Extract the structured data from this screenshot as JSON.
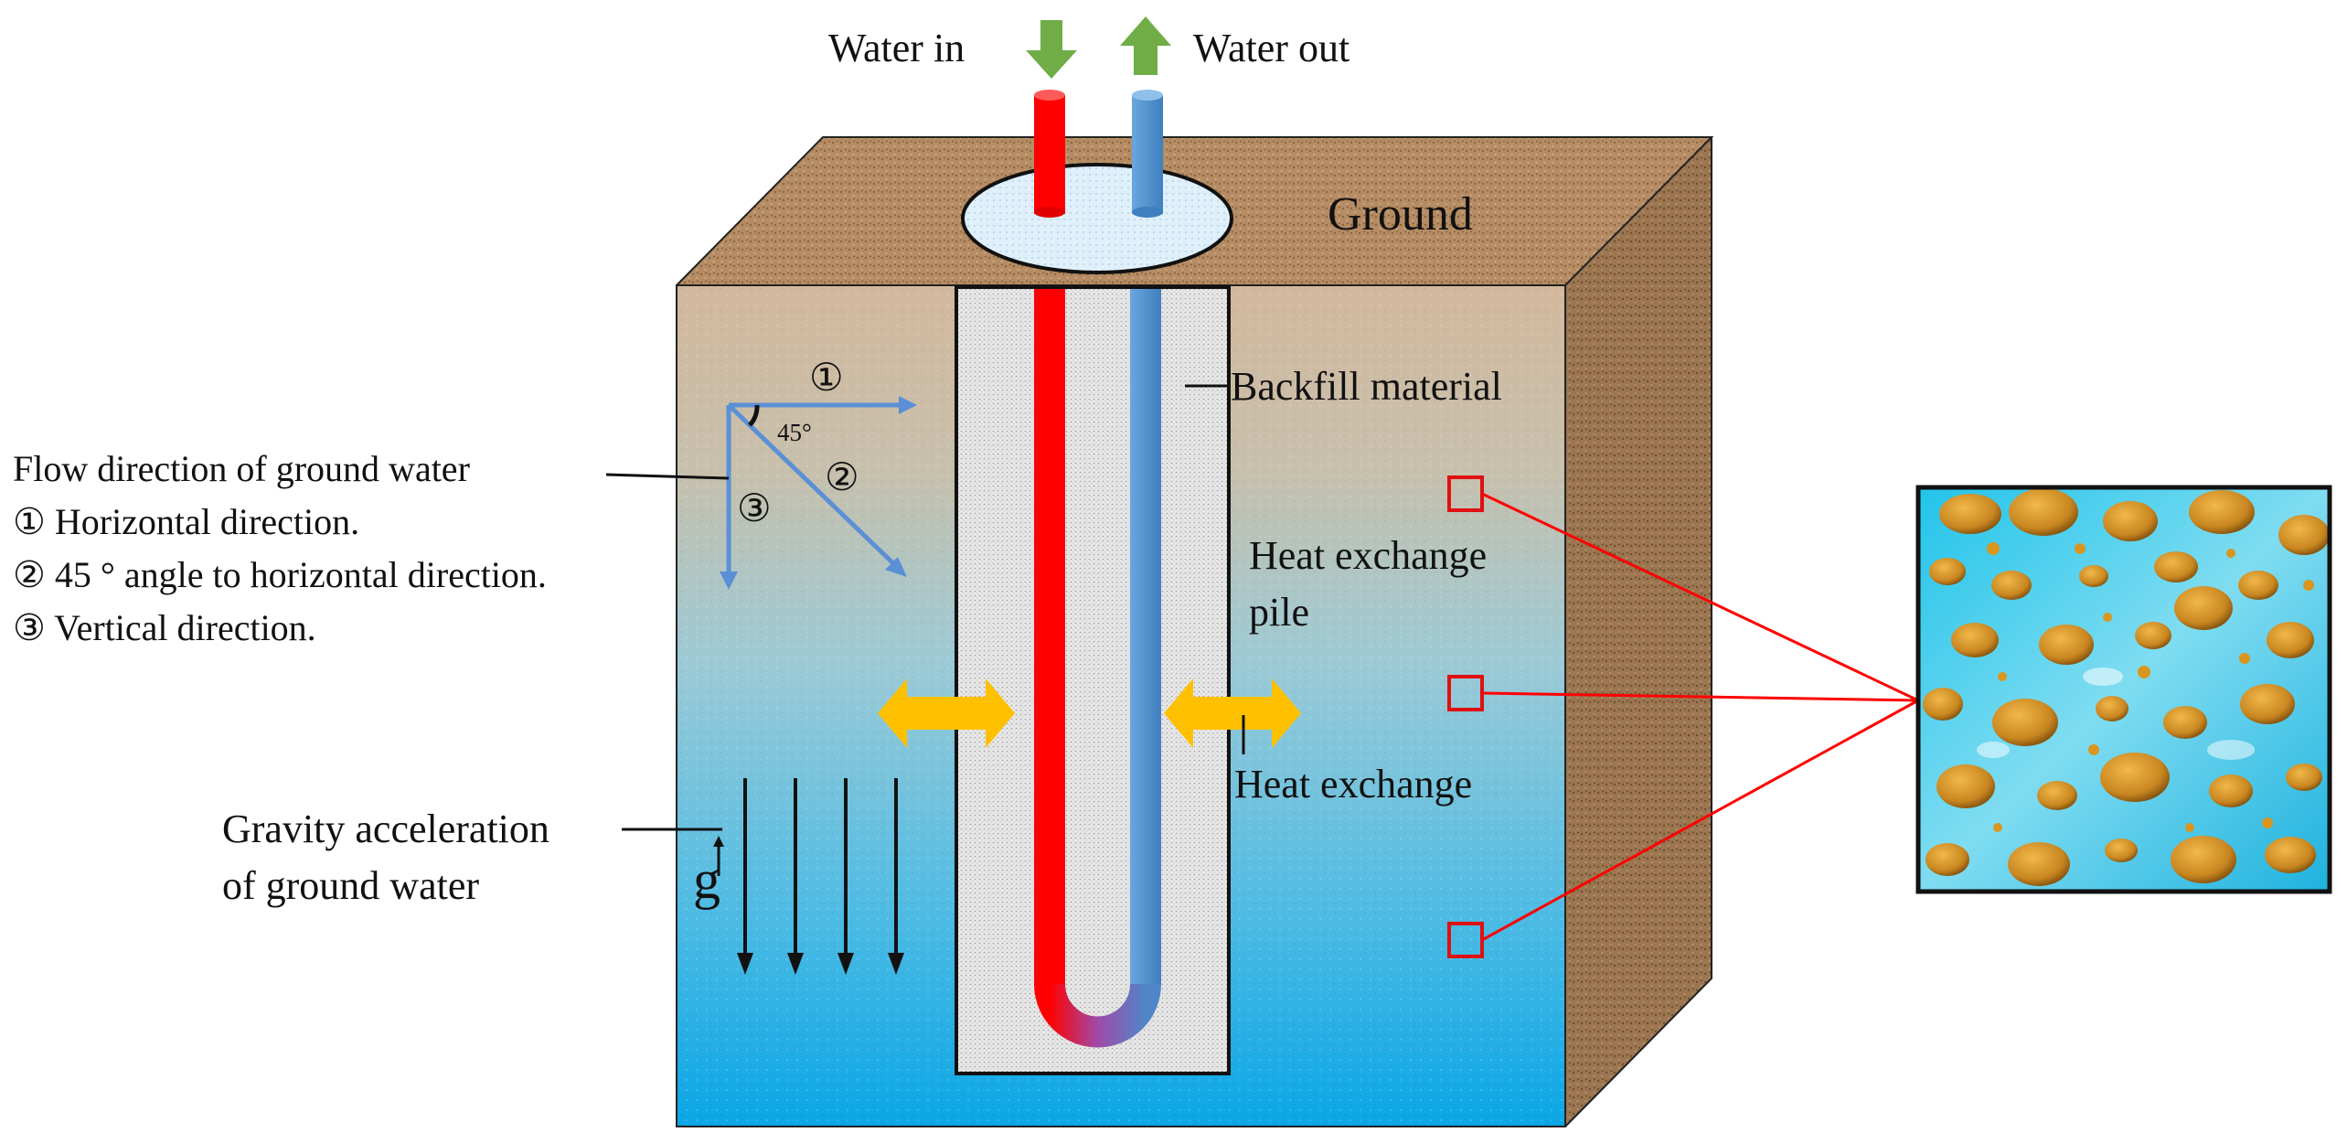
{
  "labels": {
    "water_in": "Water in",
    "water_out": "Water out",
    "ground": "Ground",
    "backfill": "Backfill material",
    "pile_line1": "Heat exchange",
    "pile_line2": "pile",
    "heat_exchange": "Heat exchange",
    "gravity_line1": "Gravity acceleration",
    "gravity_line2": "of ground water",
    "g_symbol": "g",
    "angle": "45°"
  },
  "flow_legend": {
    "title": "Flow direction of ground water",
    "items": [
      "① Horizontal direction.",
      "② 45 ° angle to horizontal direction.",
      "③ Vertical direction."
    ],
    "arrow_markers": [
      "①",
      "②",
      "③"
    ]
  },
  "colors": {
    "hot_pipe": "#ff0000",
    "cold_pipe": "#5b9bd5",
    "flow_arrows": "#5b8fd6",
    "heat_arrows": "#ffc000",
    "callout_lines": "#ff0000",
    "inflow_outflow_arrows": "#70ad47",
    "ground_top": "#b08b64",
    "water_bottom": "#0aa6e6"
  },
  "icons": {
    "water_in_arrow": "down-arrow-icon",
    "water_out_arrow": "up-arrow-icon",
    "heat_exchange_arrows": "double-arrow-icon"
  }
}
